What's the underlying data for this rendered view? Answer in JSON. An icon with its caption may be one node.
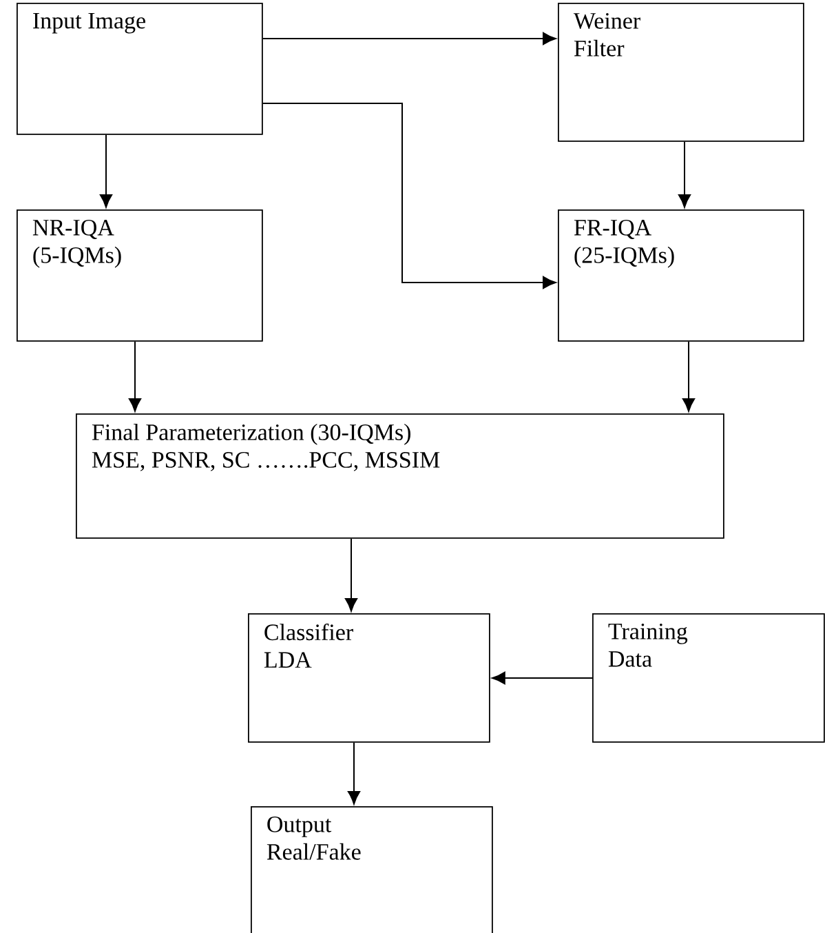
{
  "diagram": {
    "nodes": [
      {
        "text": [
          "Input Image"
        ]
      },
      {
        "text": [
          "Weiner Filter"
        ]
      },
      {
        "text": [
          "NR-IQA (5-IQMs)"
        ]
      },
      {
        "text": [
          "FR-IQA (25-IQMs)"
        ]
      },
      {
        "text": [
          "Final Parameterization (30-IQMs)",
          "MSE, PSNR, SC …….PCC, MSSIM"
        ]
      },
      {
        "text": [
          "Classifier LDA"
        ]
      },
      {
        "text": [
          "Training Data"
        ]
      },
      {
        "text": [
          "Output Real/Fake"
        ]
      }
    ],
    "edges": [
      {
        "from": 0,
        "to": 1,
        "arrow": "to"
      },
      {
        "from": 0,
        "to": 3,
        "arrow": "to"
      },
      {
        "from": 0,
        "to": 2,
        "arrow": "to"
      },
      {
        "from": 1,
        "to": 3,
        "arrow": "to"
      },
      {
        "from": 2,
        "to": 4,
        "arrow": "to"
      },
      {
        "from": 3,
        "to": 4,
        "arrow": "to"
      },
      {
        "from": 4,
        "to": 5,
        "arrow": "to"
      },
      {
        "from": 6,
        "to": 5,
        "arrow": "to"
      },
      {
        "from": 5,
        "to": 7,
        "arrow": "to"
      }
    ]
  }
}
